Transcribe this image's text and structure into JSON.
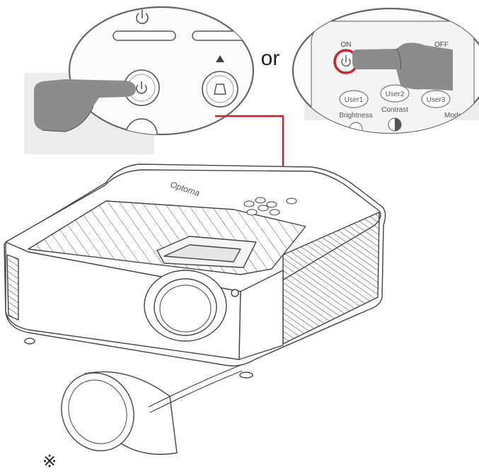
{
  "connector": {
    "label": "or"
  },
  "remote": {
    "on_label": "ON",
    "off_label": "OFF",
    "user_buttons": [
      "User1",
      "User2",
      "User3"
    ],
    "row_labels": [
      "Brightness",
      "Contrast",
      "Mode"
    ]
  },
  "projector": {
    "brand": "Optoma"
  },
  "footer": {
    "symbol": "※"
  },
  "colors": {
    "highlight": "#d0202f",
    "line": "#4a4a4a",
    "hand": "#8c8c8c"
  }
}
